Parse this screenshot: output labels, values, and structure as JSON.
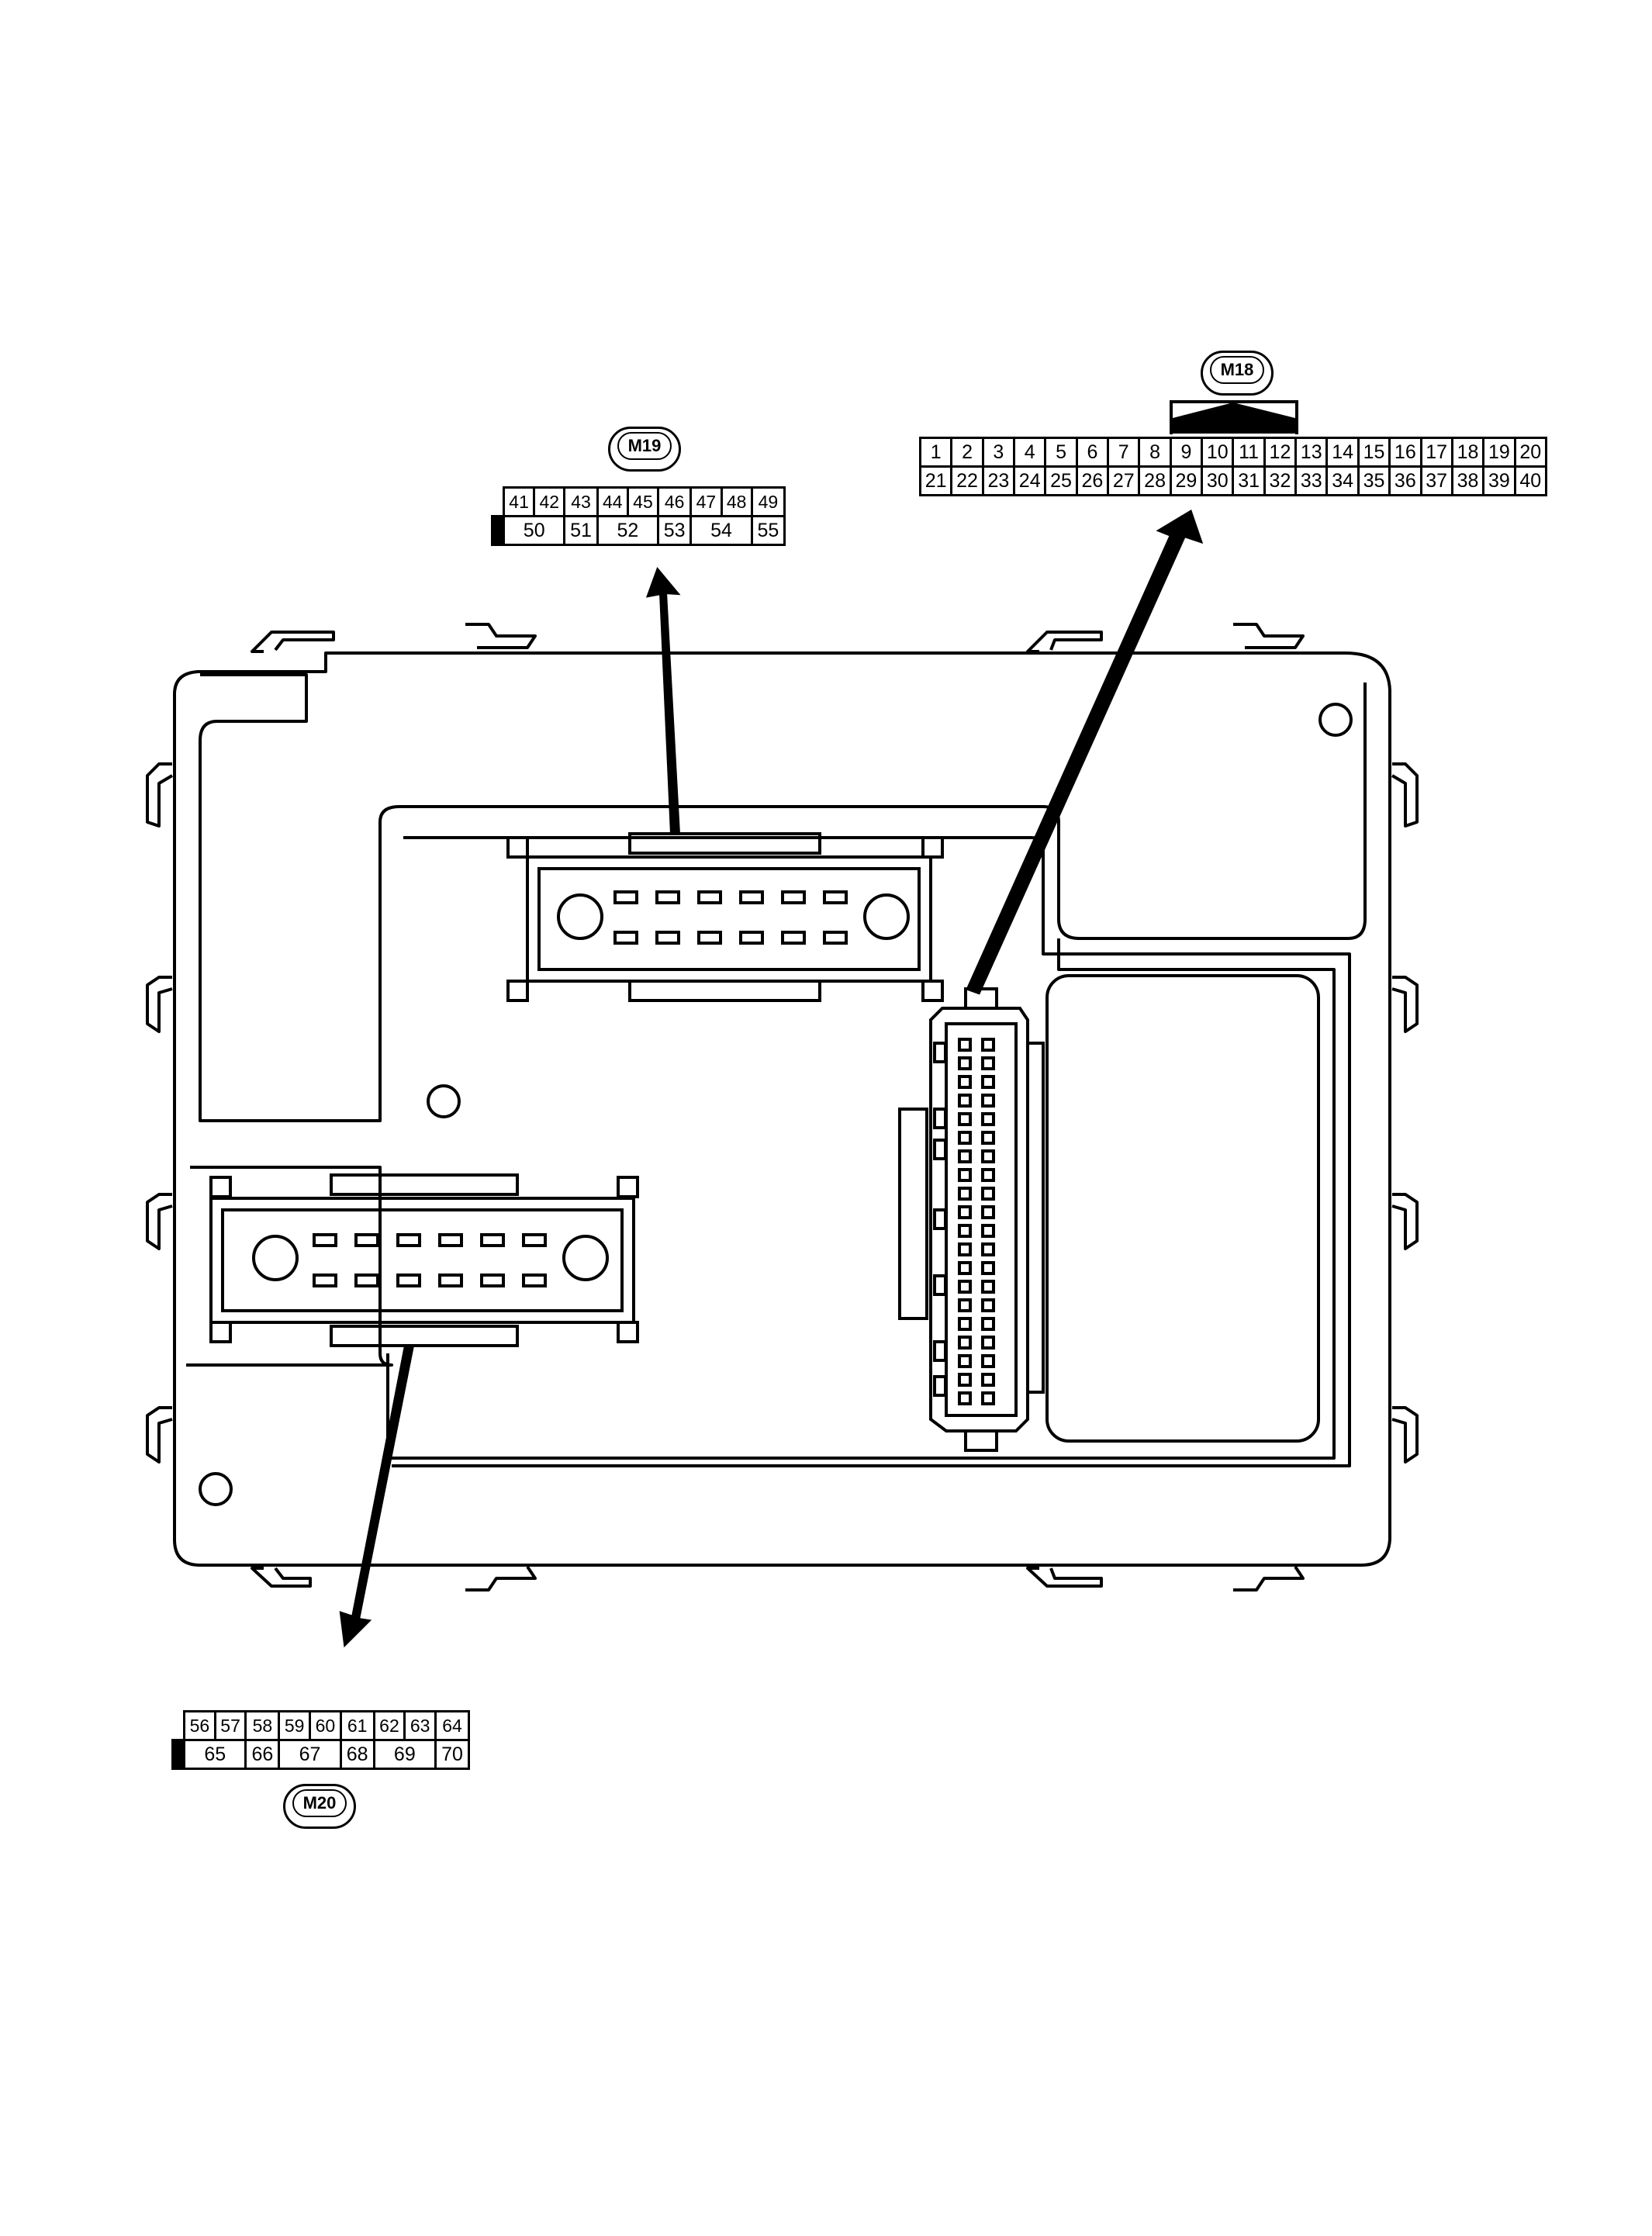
{
  "connectors": {
    "m18": {
      "label": "M18",
      "row1": [
        "1",
        "2",
        "3",
        "4",
        "5",
        "6",
        "7",
        "8",
        "9",
        "10",
        "11",
        "12",
        "13",
        "14",
        "15",
        "16",
        "17",
        "18",
        "19",
        "20"
      ],
      "row2": [
        "21",
        "22",
        "23",
        "24",
        "25",
        "26",
        "27",
        "28",
        "29",
        "30",
        "31",
        "32",
        "33",
        "34",
        "35",
        "36",
        "37",
        "38",
        "39",
        "40"
      ]
    },
    "m19": {
      "label": "M19",
      "row1": [
        "41",
        "42",
        "43",
        "44",
        "45",
        "46",
        "47",
        "48",
        "49"
      ],
      "row2": [
        "50",
        "51",
        "52",
        "53",
        "54",
        "55"
      ]
    },
    "m20": {
      "label": "M20",
      "row1": [
        "56",
        "57",
        "58",
        "59",
        "60",
        "61",
        "62",
        "63",
        "64"
      ],
      "row2": [
        "65",
        "66",
        "67",
        "68",
        "69",
        "70"
      ]
    }
  }
}
